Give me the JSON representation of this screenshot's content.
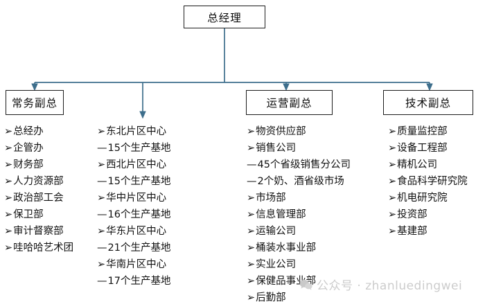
{
  "diagram": {
    "type": "org-chart",
    "title_box": {
      "label": "总经理"
    },
    "line_color": "#3d6e8c",
    "box_border_color": "#1b1b1b",
    "level2": [
      {
        "key": "exec",
        "label": "常务副总",
        "has_box": true
      },
      {
        "key": "regional",
        "label": "",
        "has_box": false
      },
      {
        "key": "ops",
        "label": "运营副总",
        "has_box": true
      },
      {
        "key": "tech",
        "label": "技术副总",
        "has_box": true
      }
    ],
    "columns": {
      "exec": {
        "items": [
          {
            "bullet": "➢",
            "text": "总经办",
            "level": 1
          },
          {
            "bullet": "➢",
            "text": "企管办",
            "level": 1
          },
          {
            "bullet": "➢",
            "text": "财务部",
            "level": 1
          },
          {
            "bullet": "➢",
            "text": "人力资源部",
            "level": 1
          },
          {
            "bullet": "➢",
            "text": "政治部工会",
            "level": 1
          },
          {
            "bullet": "➢",
            "text": "保卫部",
            "level": 1
          },
          {
            "bullet": "➢",
            "text": "审计督察部",
            "level": 1
          },
          {
            "bullet": "➢",
            "text": "哇哈哈艺术团",
            "level": 1
          }
        ]
      },
      "regional": {
        "items": [
          {
            "bullet": "➢",
            "text": "东北片区中心",
            "level": 1
          },
          {
            "bullet": "—",
            "text": "15个生产基地",
            "level": 2
          },
          {
            "bullet": "➢",
            "text": "西北片区中心",
            "level": 1
          },
          {
            "bullet": "—",
            "text": "15个生产基地",
            "level": 2
          },
          {
            "bullet": "➢",
            "text": "华中片区中心",
            "level": 1
          },
          {
            "bullet": "—",
            "text": "16个生产基地",
            "level": 2
          },
          {
            "bullet": "➢",
            "text": "华东片区中心",
            "level": 1
          },
          {
            "bullet": "—",
            "text": "21个生产基地",
            "level": 2
          },
          {
            "bullet": "➢",
            "text": "华南片区中心",
            "level": 1
          },
          {
            "bullet": "—",
            "text": "17个生产基地",
            "level": 2
          }
        ]
      },
      "ops": {
        "items": [
          {
            "bullet": "➢",
            "text": "物资供应部",
            "level": 1
          },
          {
            "bullet": "➢",
            "text": "销售公司",
            "level": 1
          },
          {
            "bullet": "—",
            "text": "45个省级销售分公司",
            "level": 2
          },
          {
            "bullet": "—",
            "text": "2个奶、酒省级市场",
            "level": 2
          },
          {
            "bullet": "➢",
            "text": "市场部",
            "level": 1
          },
          {
            "bullet": "➢",
            "text": "信息管理部",
            "level": 1
          },
          {
            "bullet": "➢",
            "text": "运输公司",
            "level": 1
          },
          {
            "bullet": "➢",
            "text": "桶装水事业部",
            "level": 1
          },
          {
            "bullet": "➢",
            "text": "实业公司",
            "level": 1
          },
          {
            "bullet": "➢",
            "text": "保健品事业部",
            "level": 1
          },
          {
            "bullet": "➢",
            "text": "后勤部",
            "level": 1
          }
        ]
      },
      "tech": {
        "items": [
          {
            "bullet": "➢",
            "text": "质量监控部",
            "level": 1
          },
          {
            "bullet": "➢",
            "text": "设备工程部",
            "level": 1
          },
          {
            "bullet": "➢",
            "text": "精机公司",
            "level": 1
          },
          {
            "bullet": "➢",
            "text": "食品科学研究院",
            "level": 1
          },
          {
            "bullet": "➢",
            "text": "机电研究院",
            "level": 1
          },
          {
            "bullet": "➢",
            "text": "投资部",
            "level": 1
          },
          {
            "bullet": "➢",
            "text": "基建部",
            "level": 1
          }
        ]
      }
    }
  },
  "watermark": {
    "icon": "wechat-icon",
    "text": "公众号 · zhanluedingwei",
    "color": "#cccccc"
  }
}
